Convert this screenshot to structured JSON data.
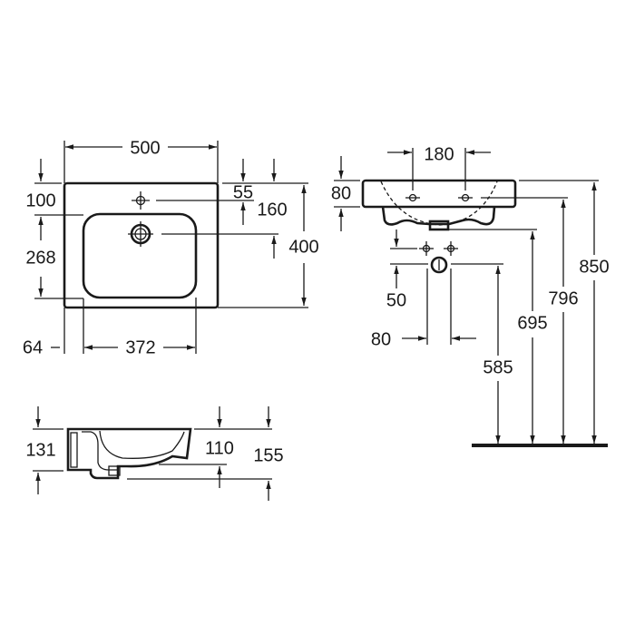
{
  "top_view": {
    "width": "500",
    "tap_offset_top": "100",
    "basin_depth": "268",
    "bottom_margin": "64",
    "basin_width": "372",
    "tap_to_edge": "55",
    "drain_to_edge": "160",
    "depth": "400"
  },
  "front_view": {
    "tap_spacing": "180",
    "rim_height": "80",
    "valve_to_drain": "50",
    "valve_spacing": "80",
    "drain_height": "585",
    "trap_height": "695",
    "overflow_height": "796",
    "rim_top_height": "850"
  },
  "side_view": {
    "front_height": "131",
    "bowl_depth": "110",
    "total_height": "155"
  },
  "colors": {
    "line": "#1a1a1a",
    "background": "#ffffff"
  }
}
